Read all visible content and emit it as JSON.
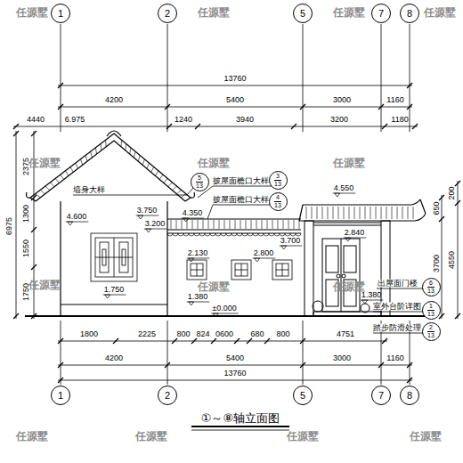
{
  "diagram": {
    "title": "①～⑧轴立面图",
    "nodes": [
      {
        "text": [
          "1"
        ]
      },
      {
        "text": [
          "2"
        ]
      },
      {
        "text": [
          "5"
        ]
      },
      {
        "text": [
          "7"
        ]
      },
      {
        "text": [
          "8"
        ]
      },
      {
        "text": [
          "3",
          "13"
        ]
      },
      {
        "text": [
          "4",
          "13"
        ]
      },
      {
        "text": [
          "5",
          "13"
        ]
      },
      {
        "text": [
          "6",
          "13"
        ]
      },
      {
        "text": [
          "1",
          "13"
        ]
      },
      {
        "text": [
          "2",
          "13"
        ]
      },
      {
        "text": [
          "1"
        ]
      },
      {
        "text": [
          "2"
        ]
      },
      {
        "text": [
          "5"
        ]
      },
      {
        "text": [
          "7"
        ]
      },
      {
        "text": [
          "8"
        ]
      }
    ],
    "labels": [
      "任源墅",
      "任源墅",
      "任源墅",
      "任源墅",
      "13760",
      "4200",
      "5400",
      "3000",
      "1160",
      "4440",
      "6.975",
      "1240",
      "3940",
      "3200",
      "1180",
      "6975",
      "2375",
      "1300",
      "1550",
      "1750",
      "200",
      "650",
      "4550",
      "3700",
      "任源墅",
      "任源墅",
      "任源墅",
      "墙身大样",
      "披屋面檐口大样",
      "披屋面檐口大样",
      "4.600",
      "3.750",
      "4.350",
      "3.200",
      "4.550",
      "3.700",
      "2.130",
      "2.800",
      "2.840",
      "1.750",
      "1.380",
      "1.380",
      "±0.000",
      "出屋面门楼",
      "任源墅",
      "任源墅",
      "任源墅",
      "1800",
      "2225",
      "800",
      "824",
      "0600",
      "680",
      "800",
      "4751",
      "室外台阶详图",
      "踏步防滑处理",
      "4200",
      "5400",
      "3000",
      "1160",
      "13760",
      "任源墅",
      "任源墅",
      "任源墅",
      "任源墅"
    ]
  }
}
